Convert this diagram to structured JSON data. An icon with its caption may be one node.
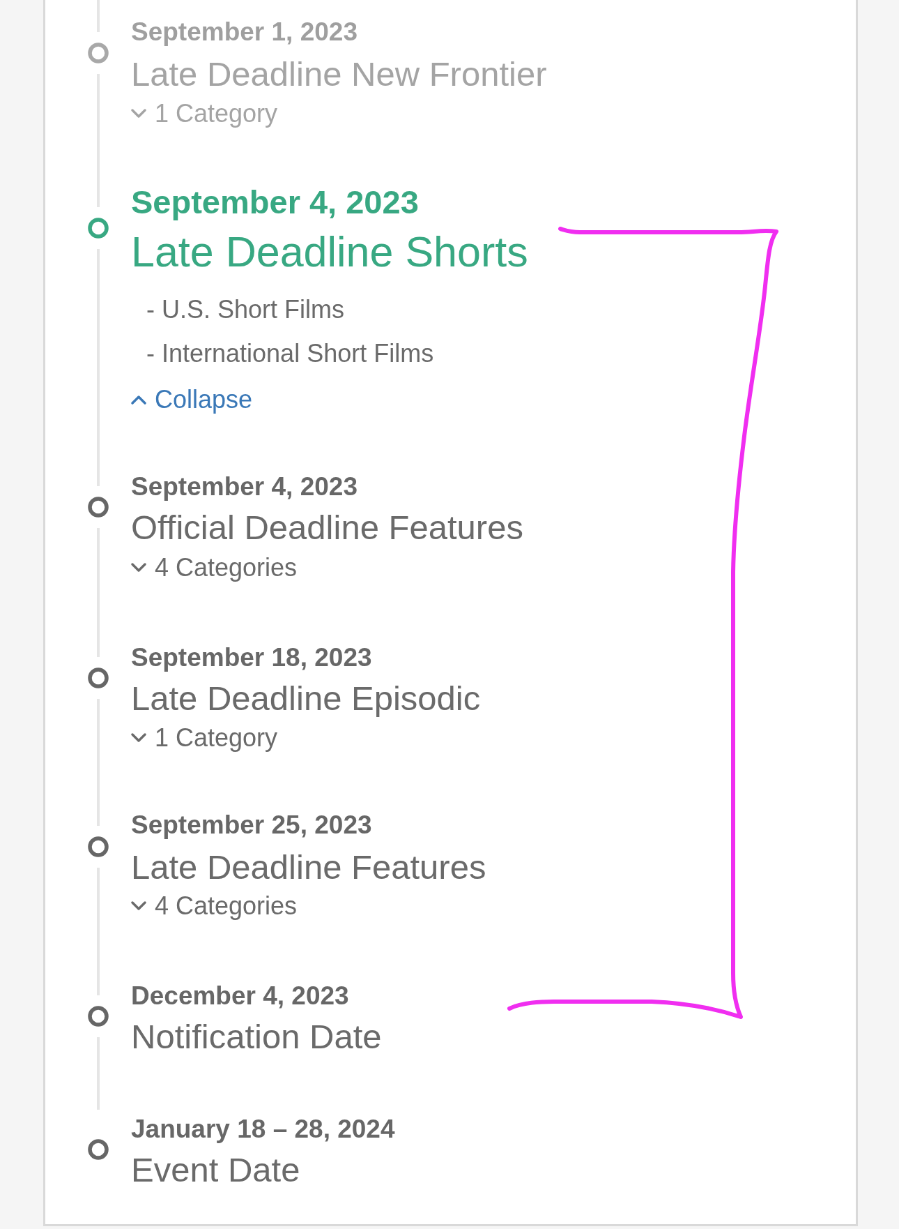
{
  "diagram": {
    "nodes": [
      {
        "text": [
          "September 1, 2023",
          "Late Deadline New Frontier",
          "1 Category"
        ]
      },
      {
        "text": [
          "September 4, 2023",
          "Late Deadline Shorts",
          "- U.S. Short Films",
          "- International Short Films",
          "Collapse"
        ]
      },
      {
        "text": [
          "September 4, 2023",
          "Official Deadline Features",
          "4 Categories"
        ]
      },
      {
        "text": [
          "September 18, 2023",
          "Late Deadline Episodic",
          "1 Category"
        ]
      },
      {
        "text": [
          "September 25, 2023",
          "Late Deadline Features",
          "4 Categories"
        ]
      },
      {
        "text": [
          "December 4, 2023",
          "Notification Date"
        ]
      },
      {
        "text": [
          "January 18 – 28, 2024",
          "Event Date"
        ]
      }
    ],
    "edges": [
      {
        "from": null,
        "to": 0,
        "arrow": "none"
      },
      {
        "from": 0,
        "to": 1,
        "arrow": "none"
      },
      {
        "from": 1,
        "to": 2,
        "arrow": "none"
      },
      {
        "from": 2,
        "to": 3,
        "arrow": "none"
      },
      {
        "from": 3,
        "to": 4,
        "arrow": "none"
      },
      {
        "from": 4,
        "to": 5,
        "arrow": "none"
      },
      {
        "from": 5,
        "to": 6,
        "arrow": "none"
      }
    ]
  }
}
